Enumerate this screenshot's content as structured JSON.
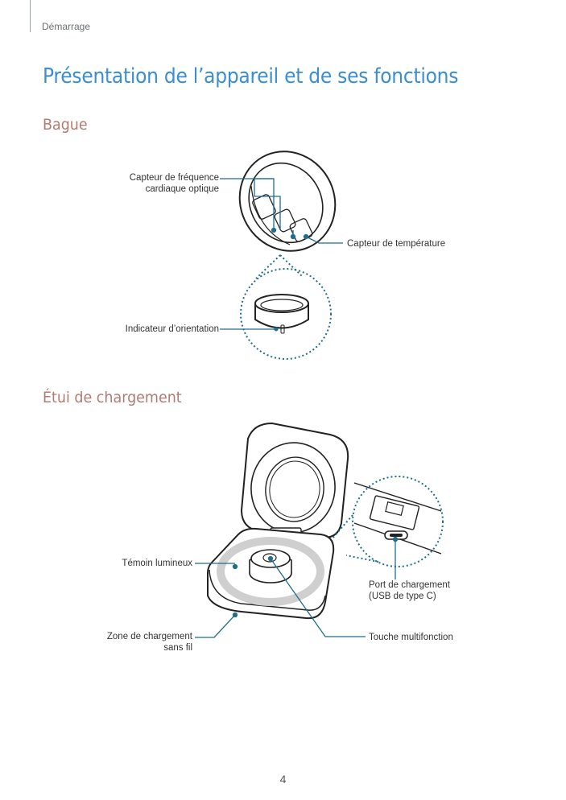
{
  "header": {
    "section": "Démarrage"
  },
  "title": "Présentation de l’appareil et de ses fonctions",
  "ring_section": {
    "heading": "Bague",
    "callouts": {
      "heart_rate_sensor": [
        "Capteur de fréquence",
        "cardiaque optique"
      ],
      "temperature_sensor": "Capteur de température",
      "orientation_indicator": "Indicateur d’orientation"
    }
  },
  "case_section": {
    "heading": "Étui de chargement",
    "callouts": {
      "led_indicator": "Témoin lumineux",
      "charging_port": [
        "Port de chargement",
        "(USB de type C)"
      ],
      "wireless_zone": [
        "Zone de chargement",
        "sans fil"
      ],
      "multifunction_button": "Touche multifonction"
    }
  },
  "colors": {
    "title": "#3b8ed1",
    "subheading": "#b27b72",
    "callout_line": "#1f6e8c"
  },
  "footer": {
    "page_number": "4"
  }
}
